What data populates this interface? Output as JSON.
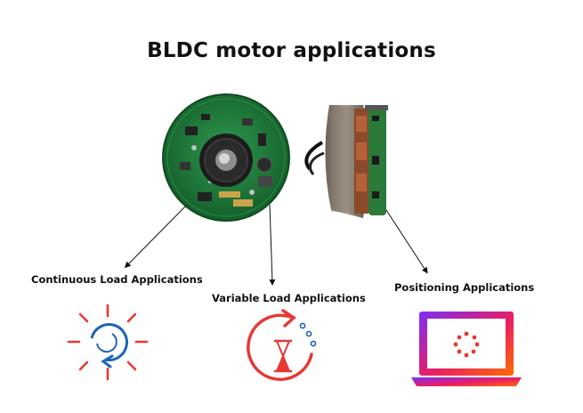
{
  "title": "BLDC motor applications",
  "applications": [
    {
      "label": "Continuous Load Applications",
      "icon": "continuous-load-icon"
    },
    {
      "label": "Variable Load Applications",
      "icon": "variable-load-icon"
    },
    {
      "label": "Positioning Applications",
      "icon": "positioning-icon"
    }
  ],
  "colors": {
    "icon_red": "#e53935",
    "icon_blue": "#1e63b8",
    "laptop_gradient_start": "#7b2ff7",
    "laptop_gradient_mid": "#e91e63",
    "laptop_gradient_end": "#ff6a00",
    "pcb_green": "#1f7a3a"
  }
}
